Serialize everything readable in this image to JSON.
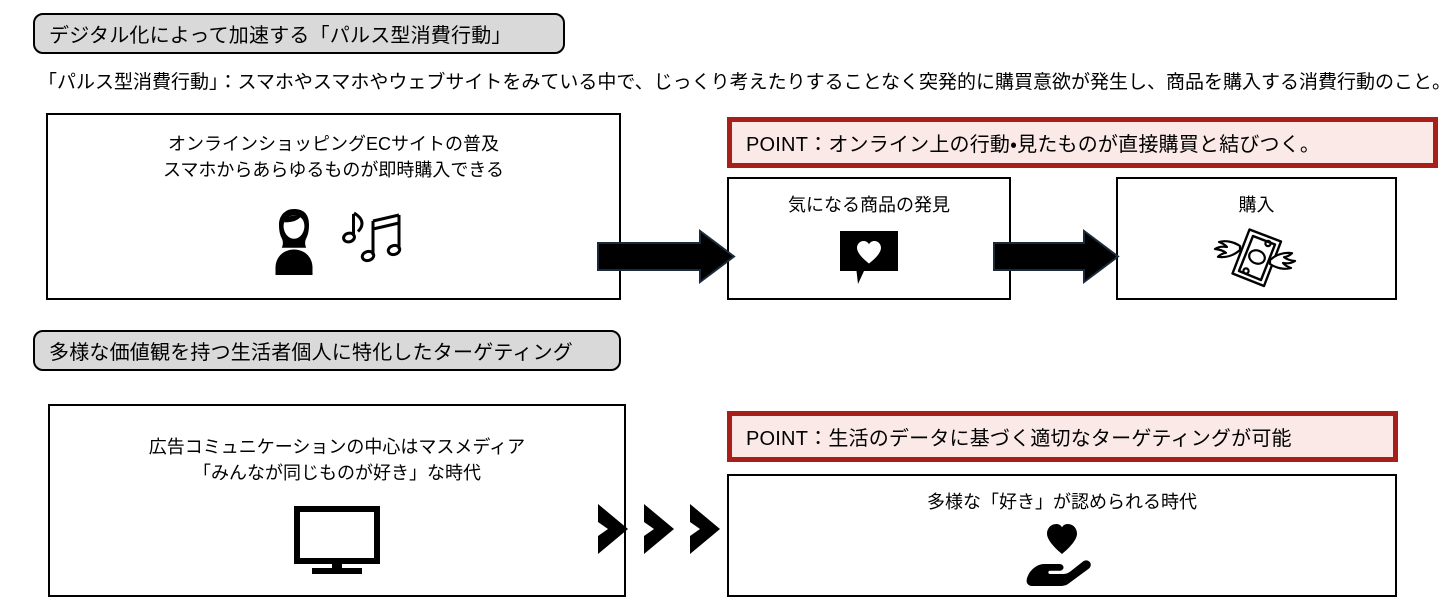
{
  "document": {
    "language": "ja",
    "background": "#ffffff",
    "accent_red": "#a81f1a",
    "callout_fill": "#fae9e7",
    "banner_fill": "#d9d9d9"
  },
  "sections": [
    {
      "id": "pulse",
      "banner": "デジタル化によって加速する「パルス型消費行動」",
      "lead": "「パルス型消費行動」：スマホやスマホやウェブサイトをみている中で、じっくり考えたりすることなく突発的に購買意欲が発生し、商品を購入する消費行動のこと。",
      "point": "POINT：オンライン上の行動・見たものが直接購買と結びつく。",
      "boxes": {
        "left": {
          "caption": "オンラインショッピングECサイトの普及\nスマホからあらゆるものが即時購入できる",
          "icons": [
            "person-listening-icon",
            "music-notes-icon"
          ]
        },
        "middle": {
          "caption": "気になる商品の発見",
          "icons": [
            "speech-bubble-heart-icon"
          ]
        },
        "right": {
          "caption": "購入",
          "icons": [
            "flying-money-icon"
          ]
        }
      },
      "arrows": [
        "block-arrow-right",
        "block-arrow-right"
      ]
    },
    {
      "id": "targeting",
      "banner": "多様な価値観を持つ生活者個人に特化したターゲティング",
      "point": "POINT：生活のデータに基づく適切なターゲティングが可能",
      "boxes": {
        "left": {
          "caption": "広告コミュニケーションの中心はマスメディア\n「みんなが同じものが好き」な時代",
          "icons": [
            "television-icon"
          ]
        },
        "right": {
          "caption": "多様な「好き」が認められる時代",
          "icons": [
            "hand-holding-heart-icon"
          ]
        }
      },
      "arrows": [
        "triple-chevron-right"
      ]
    }
  ]
}
